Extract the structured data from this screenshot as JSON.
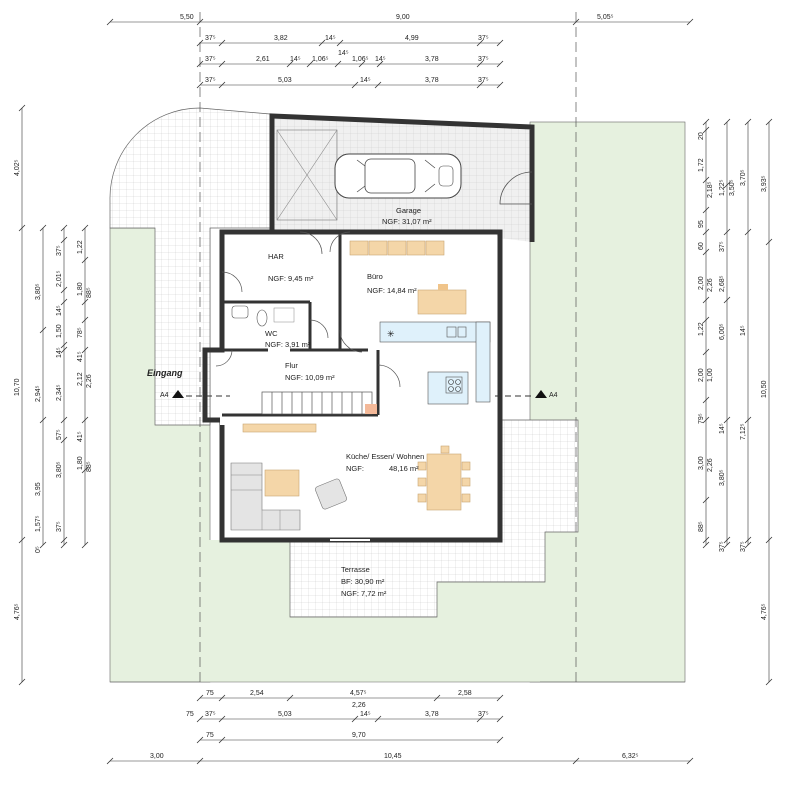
{
  "rooms": {
    "garage": {
      "name": "Garage",
      "area": "NGF: 31,07 m²"
    },
    "har": {
      "name": "HAR",
      "area": "NGF: 9,45 m²"
    },
    "buero": {
      "name": "Büro",
      "area": "NGF: 14,84 m²"
    },
    "wc": {
      "name": "WC",
      "area": "NGF: 3,91 m²"
    },
    "flur": {
      "name": "Flur",
      "area": "NGF: 10,09 m²"
    },
    "kueche": {
      "name": "Küche/ Essen/ Wohnen",
      "area_label": "NGF:",
      "area_value": "48,16 m²"
    },
    "terrasse": {
      "name": "Terrasse",
      "bf": "BF: 30,90 m²",
      "ngf": "NGF: 7,72 m²"
    }
  },
  "labels": {
    "entrance": "Eingang",
    "section_left": "A4",
    "section_right": "A4"
  },
  "dimensions": {
    "top": {
      "row1": [
        "5,50",
        "9,00",
        "5,05⁵"
      ],
      "row2": [
        "37⁵",
        "3,82",
        "14⁵",
        "4,99",
        "37⁵"
      ],
      "row3a": [
        "14⁵"
      ],
      "row3": [
        "37⁵",
        "2,61",
        "14⁵",
        "1,06⁵",
        "1,06⁵",
        "14⁵",
        "3,78",
        "37⁵"
      ],
      "row4": [
        "37⁵",
        "5,03",
        "14⁵",
        "3,78",
        "37⁵"
      ]
    },
    "bottom": {
      "row1": [
        "75",
        "2,54",
        "4,57⁵",
        "2,58"
      ],
      "row1b": [
        "2,26"
      ],
      "row2": [
        "75",
        "37⁵",
        "5,03",
        "14⁵",
        "3,78",
        "37⁵"
      ],
      "row3": [
        "75",
        "9,70"
      ],
      "row4": [
        "3,00",
        "10,45",
        "6,32⁵"
      ]
    },
    "left": {
      "outer": [
        "4,02⁵",
        "10,70",
        "4,76⁵"
      ],
      "mid": [
        "3,80⁵",
        "2,94⁵",
        "3,95"
      ],
      "inner": [
        "37⁵",
        "2,01⁵",
        "14⁵",
        "1,50",
        "14⁵",
        "2,34⁵",
        "57⁵",
        "3,80⁵",
        "37⁵",
        "1,57⁵",
        "0⁵"
      ],
      "innermost": [
        "1,22",
        "1,80",
        "88⁵",
        "78⁵",
        "41⁵",
        "2,12",
        "2,26",
        "41⁵",
        "1,80",
        "88⁵"
      ]
    },
    "right": {
      "outer": [
        "3,93⁵",
        "10,50",
        "4,76⁵"
      ],
      "mid": [
        "3,70⁵",
        "14⁵",
        "7,12⁵",
        "37⁵"
      ],
      "inner": [
        "1,22⁵",
        "3,50⁵",
        "37⁵",
        "2,68⁵",
        "6,00⁵",
        "14⁵",
        "3,80⁵",
        "37⁵"
      ],
      "innermost": [
        "20",
        "1,72",
        "2,18⁵",
        "95",
        "60",
        "2,00",
        "2,26",
        "1,22",
        "2,00",
        "1,00",
        "79⁵",
        "3,00",
        "2,26",
        "88⁵"
      ]
    }
  }
}
